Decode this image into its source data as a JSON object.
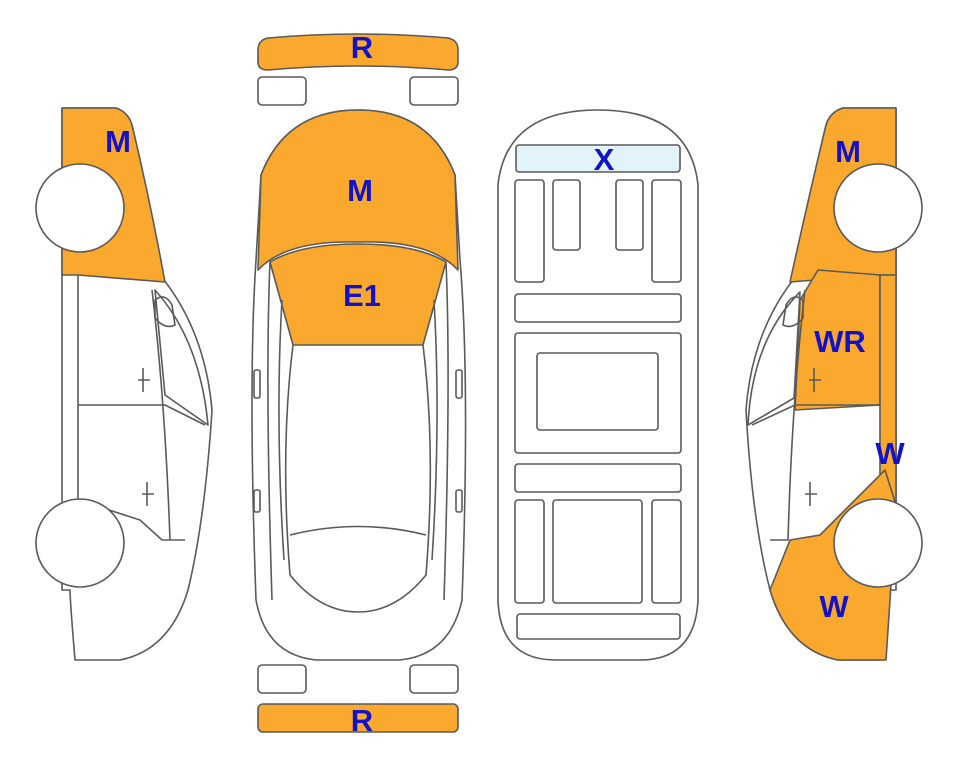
{
  "colors": {
    "damage": "#FBA92E",
    "glass": "#E2F4FA",
    "outline": "#5a5a5a",
    "label": "#1212C8"
  },
  "panels": {
    "front_bumper": {
      "code": "R",
      "damaged": true
    },
    "rear_bumper": {
      "code": "R",
      "damaged": true
    },
    "hood": {
      "code": "M",
      "damaged": true
    },
    "windshield": {
      "code": "E1",
      "damaged": true
    },
    "roof_glass": {
      "code": "X",
      "damaged": true
    },
    "left_front_fender": {
      "code": "M",
      "damaged": true
    },
    "right_front_fender": {
      "code": "M",
      "damaged": true
    },
    "right_front_door": {
      "code": "WR",
      "damaged": true
    },
    "right_rear_door": {
      "code": "W",
      "damaged": true
    },
    "right_rear_quarter": {
      "code": "W",
      "damaged": true
    }
  }
}
